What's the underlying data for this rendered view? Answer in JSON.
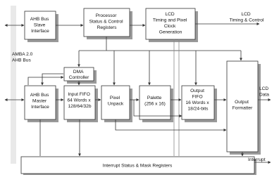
{
  "blocks": {
    "ahb_slave": [
      "AHB Bus",
      "Slave",
      "Interface"
    ],
    "processor": [
      "Processor",
      "Status & Control",
      "Registers"
    ],
    "lcd_timing": [
      "LCD",
      "Timing and Pixel",
      "Clock",
      "Generation"
    ],
    "dma": [
      "DMA",
      "Controller"
    ],
    "ahb_master": [
      "AHB Bus",
      "Master",
      "Interface"
    ],
    "input_fifo": [
      "Input FIFO",
      "64 Words x",
      "128/64/32b"
    ],
    "pixel_unpack": [
      "Pixel",
      "Unpack"
    ],
    "palette": [
      "Palette",
      "(256 x 16)"
    ],
    "output_fifo": [
      "Output",
      "FIFO",
      "16 Words x",
      "18/24-bits"
    ],
    "output_formatter": [
      "Output",
      "Formatter"
    ],
    "interrupt_regs": [
      "Interrupt Status & Mask Registers"
    ]
  },
  "labels": {
    "amba": [
      "AMBA 2.0",
      "AHB Bus"
    ],
    "lcd_timing_control": [
      "LCD",
      "Timing & Control"
    ],
    "lcd_data": [
      "LCD",
      "Data"
    ],
    "interrupt": "Interrupt"
  },
  "colors": {
    "bus_fill": "#e9e9e9",
    "shadow": "#9a9a9a",
    "stroke": "#333333"
  }
}
